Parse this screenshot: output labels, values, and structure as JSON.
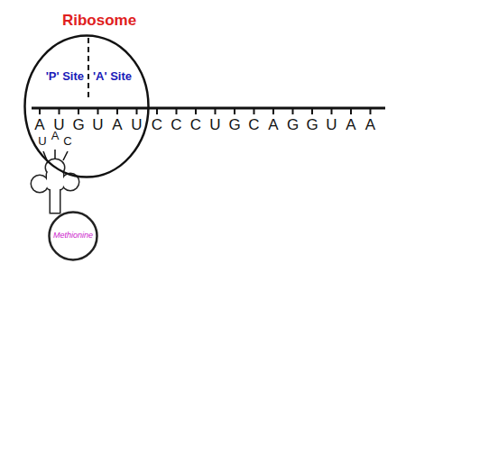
{
  "diagram": {
    "nodes": [
      {
        "text": [
          "Ribosome",
          "'P' Site",
          "'A' Site"
        ]
      },
      {
        "text": [
          "Methionine"
        ]
      }
    ],
    "labels": [
      "A",
      "U",
      "G",
      "U",
      "A",
      "U",
      "C",
      "C",
      "C",
      "U",
      "G",
      "C",
      "A",
      "G",
      "G",
      "U",
      "A",
      "A",
      "U",
      "A",
      "C"
    ]
  }
}
